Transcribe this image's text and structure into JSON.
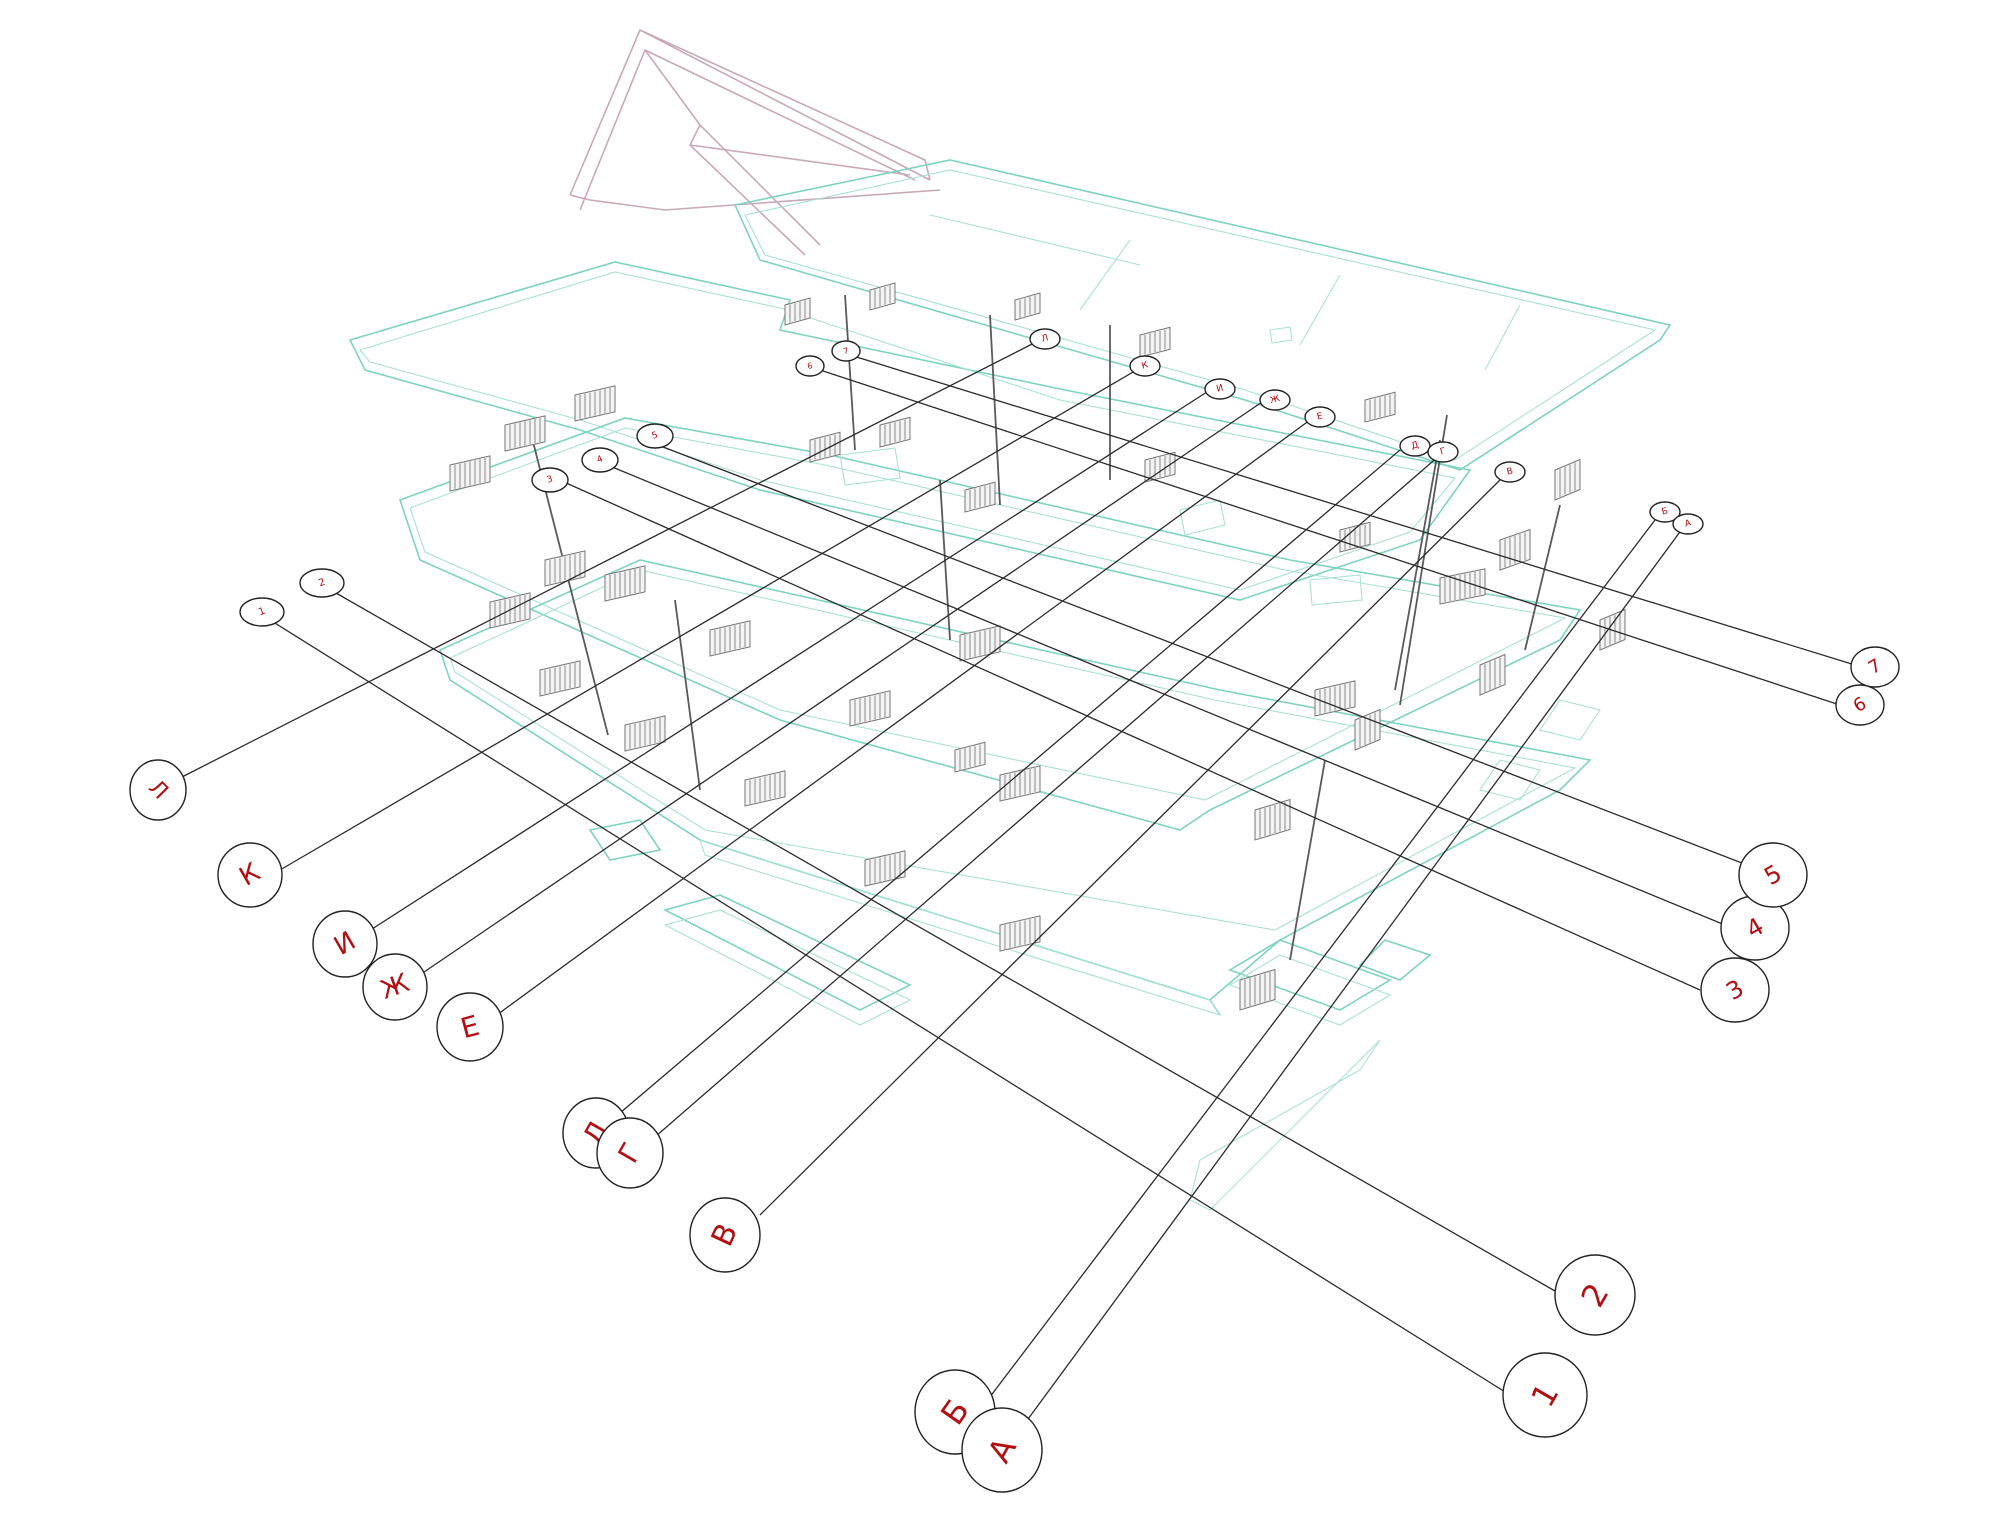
{
  "colors": {
    "structure": "#7fd3c0",
    "roof_outline": "#c9a9b8",
    "axis_line": "#2b2b2b",
    "axis_label": "#b30f12",
    "radiator": "#8a8a8a"
  },
  "axis_labels": {
    "near": [
      "Л",
      "К",
      "И",
      "Ж",
      "Е",
      "Д",
      "Г",
      "В",
      "Б",
      "А",
      "1",
      "2",
      "3",
      "4",
      "5",
      "6",
      "7"
    ],
    "far": [
      "1",
      "2",
      "3",
      "4",
      "5",
      "6",
      "7",
      "Л",
      "К",
      "И",
      "Ж",
      "Е",
      "Д",
      "Г",
      "В",
      "Б",
      "А"
    ]
  }
}
